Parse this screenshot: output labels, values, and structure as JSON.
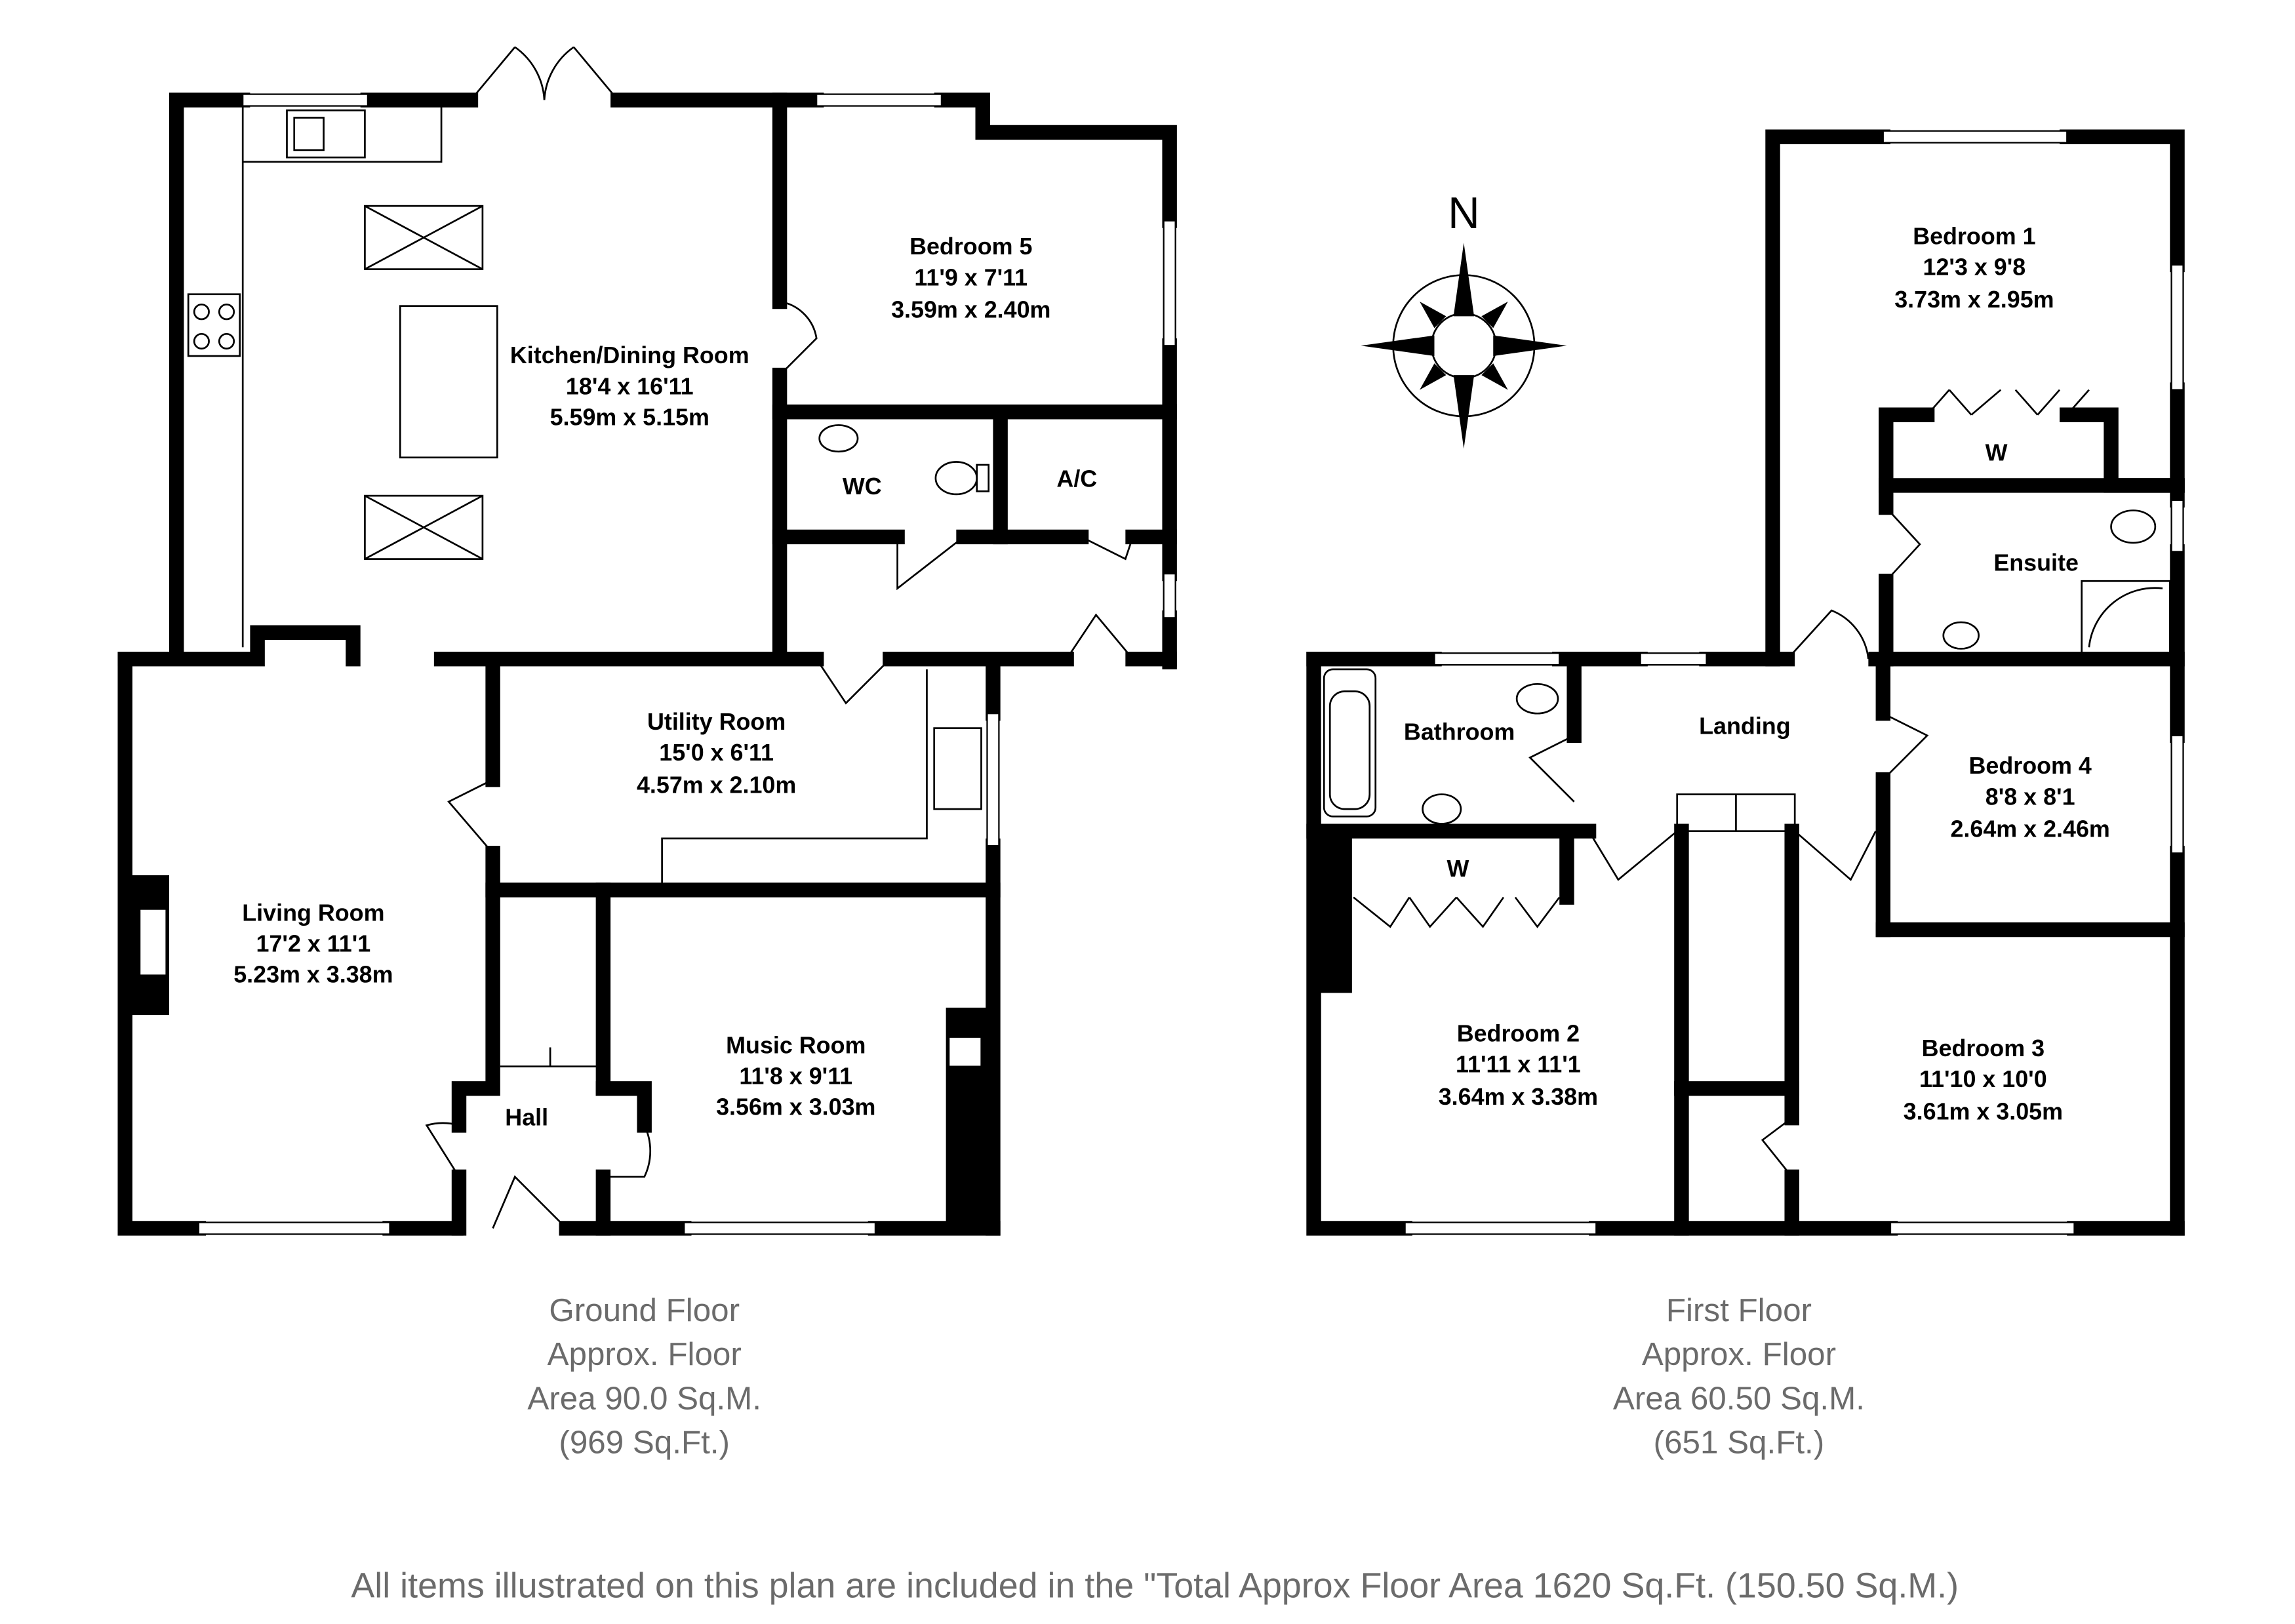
{
  "ground_floor": {
    "rooms": [
      {
        "name": "Kitchen/Dining Room",
        "imperial": "18'4 x 16'11",
        "metric": "5.59m x 5.15m"
      },
      {
        "name": "Bedroom 5",
        "imperial": "11'9 x 7'11",
        "metric": "3.59m x 2.40m"
      },
      {
        "name": "Utility Room",
        "imperial": "15'0 x 6'11",
        "metric": "4.57m x 2.10m"
      },
      {
        "name": "Living Room",
        "imperial": "17'2 x 11'1",
        "metric": "5.23m x 3.38m"
      },
      {
        "name": "Music Room",
        "imperial": "11'8 x 9'11",
        "metric": "3.56m x 3.03m"
      }
    ],
    "labels": {
      "wc": "WC",
      "ac": "A/C",
      "hall": "Hall"
    },
    "caption": [
      "Ground Floor",
      "Approx. Floor",
      "Area 90.0 Sq.M.",
      "(969 Sq.Ft.)"
    ]
  },
  "first_floor": {
    "rooms": [
      {
        "name": "Bedroom 1",
        "imperial": "12'3 x 9'8",
        "metric": "3.73m x 2.95m"
      },
      {
        "name": "Bedroom 4",
        "imperial": "8'8 x 8'1",
        "metric": "2.64m x 2.46m"
      },
      {
        "name": "Bedroom 2",
        "imperial": "11'11 x 11'1",
        "metric": "3.64m x 3.38m"
      },
      {
        "name": "Bedroom 3",
        "imperial": "11'10 x 10'0",
        "metric": "3.61m x 3.05m"
      }
    ],
    "labels": {
      "wardrobe1": "W",
      "wardrobe2": "W",
      "ensuite": "Ensuite",
      "bathroom": "Bathroom",
      "landing": "Landing"
    },
    "caption": [
      "First Floor",
      "Approx. Floor",
      "Area 60.50 Sq.M.",
      "(651 Sq.Ft.)"
    ]
  },
  "compass": {
    "north_label": "N"
  },
  "footer": "All items illustrated on this plan are included in the \"Total Approx Floor Area 1620 Sq.Ft. (150.50 Sq.M.)"
}
